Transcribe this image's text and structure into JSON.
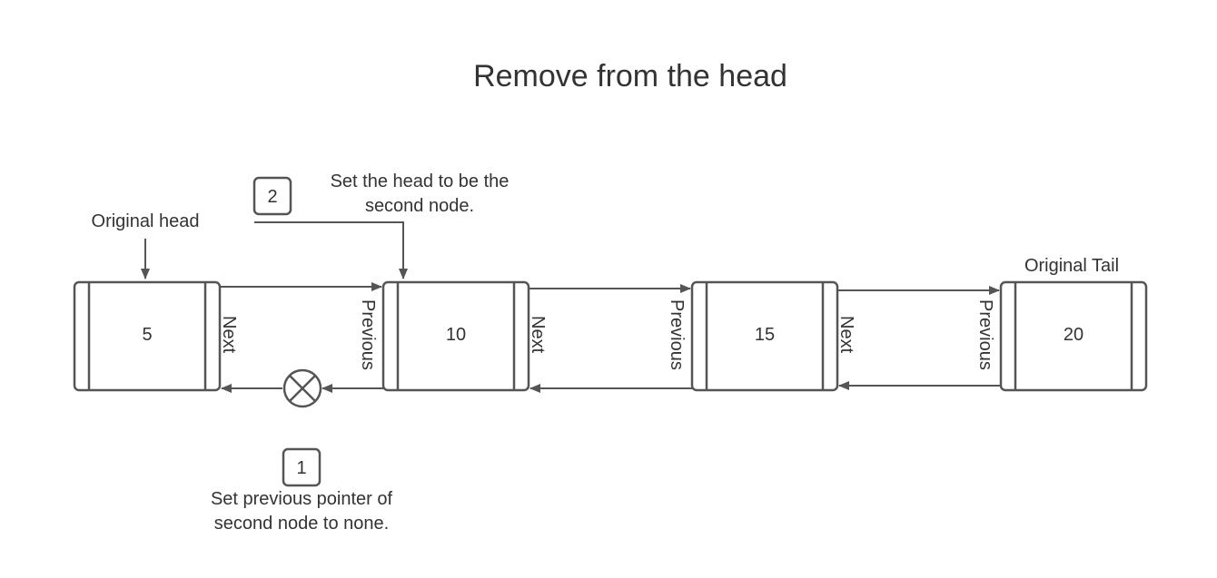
{
  "diagram": {
    "title": "Remove from the head",
    "nodes": [
      {
        "value": "5"
      },
      {
        "value": "10"
      },
      {
        "value": "15"
      },
      {
        "value": "20"
      }
    ],
    "pointer_labels": {
      "next": "Next",
      "previous": "Previous"
    },
    "annotations": {
      "original_head": "Original head",
      "original_tail": "Original Tail",
      "step1_number": "1",
      "step1_line1": "Set previous pointer of",
      "step1_line2": "second node to none.",
      "step2_number": "2",
      "step2_line1": "Set the head to be the",
      "step2_line2": "second node."
    },
    "colors": {
      "stroke": "#555555",
      "text": "#333333",
      "background": "#ffffff"
    }
  }
}
